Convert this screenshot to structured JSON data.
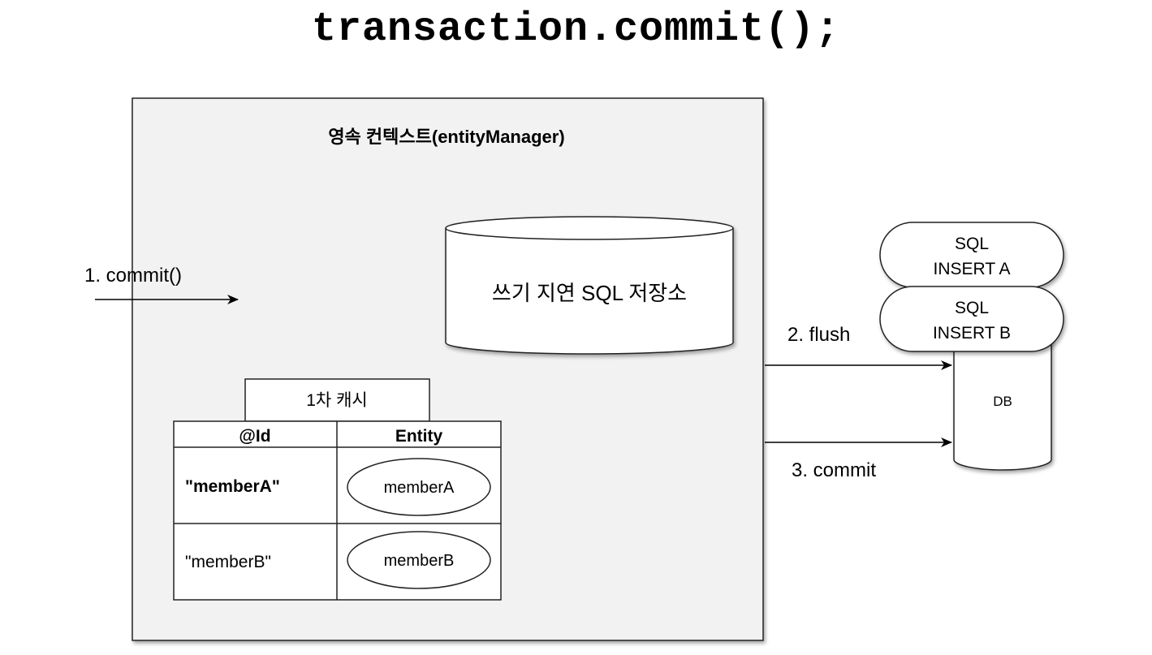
{
  "title": "transaction.commit();",
  "persistence_context": {
    "label": "영속 컨텍스트(entityManager)",
    "write_store_label": "쓰기 지연 SQL 저장소",
    "cache": {
      "label": "1차 캐시",
      "headers": [
        "@Id",
        "Entity"
      ],
      "rows": [
        {
          "id": "\"memberA\"",
          "entity": "memberA"
        },
        {
          "id": "\"memberB\"",
          "entity": "memberB"
        }
      ]
    }
  },
  "steps": {
    "commit_call": "1. commit()",
    "flush": "2. flush",
    "commit": "3. commit"
  },
  "sql_queue": [
    {
      "line1": "SQL",
      "line2": "INSERT A"
    },
    {
      "line1": "SQL",
      "line2": "INSERT B"
    }
  ],
  "db_label": "DB"
}
